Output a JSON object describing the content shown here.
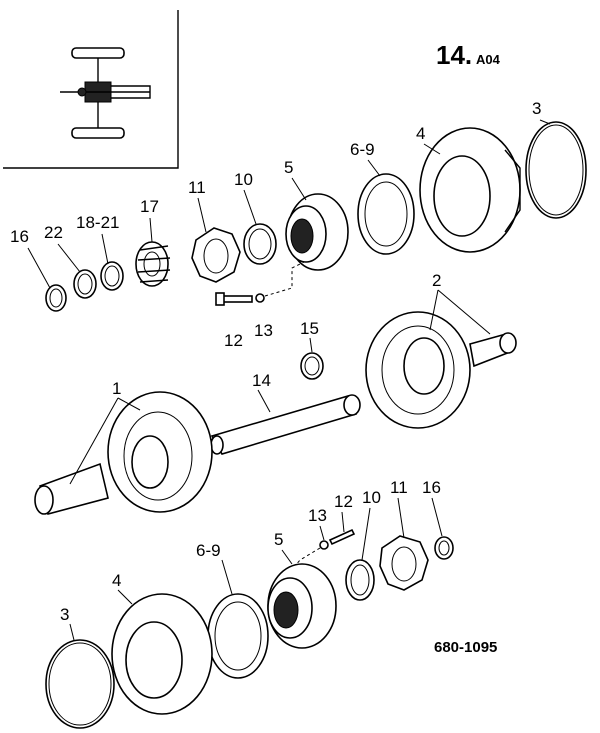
{
  "header": {
    "section_number": "14.",
    "section_code": "A04"
  },
  "reference_number": "680-1095",
  "labels": {
    "l16_top": "16",
    "l22": "22",
    "l18_21": "18-21",
    "l17": "17",
    "l11_top": "11",
    "l10_top": "10",
    "l5_top": "5",
    "l6_9_top": "6-9",
    "l4_top": "4",
    "l3_top": "3",
    "l12_top": "12",
    "l13_top": "13",
    "l15": "15",
    "l2": "2",
    "l1": "1",
    "l14": "14",
    "l13_bot": "13",
    "l12_bot": "12",
    "l10_bot": "10",
    "l11_bot": "11",
    "l16_bot": "16",
    "l6_9_bot": "6-9",
    "l5_bot": "5",
    "l4_bot": "4",
    "l3_bot": "3"
  }
}
